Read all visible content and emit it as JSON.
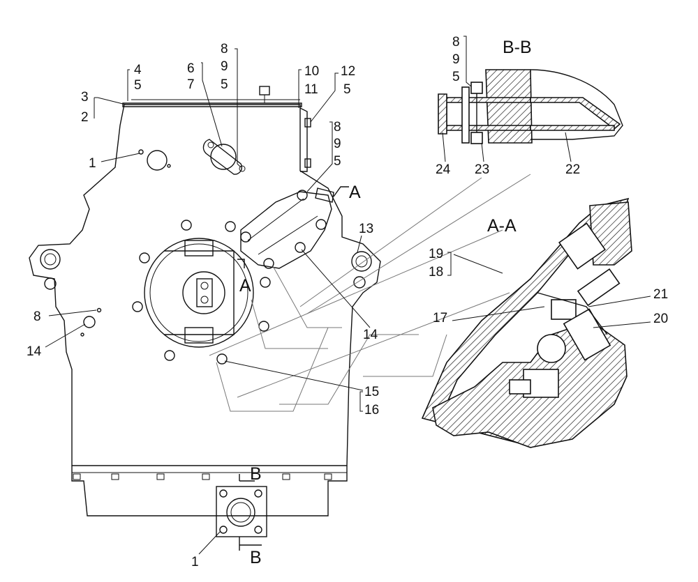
{
  "section_labels": {
    "bb": "B-B",
    "aa": "A-A",
    "a_top": "A",
    "a_mid": "A",
    "b_top": "B",
    "b_bottom": "B"
  },
  "callouts": {
    "c_4": "4",
    "c_5a": "5",
    "c_3": "3",
    "c_2": "2",
    "c_6": "6",
    "c_7": "7",
    "c_8a": "8",
    "c_9a": "9",
    "c_5b": "5",
    "c_10": "10",
    "c_11": "11",
    "c_12": "12",
    "c_5c": "5",
    "c_8b": "8",
    "c_9b": "9",
    "c_5d": "5",
    "c_1a": "1",
    "c_13": "13",
    "c_14a": "14",
    "c_8c": "8",
    "c_14b": "14",
    "c_15": "15",
    "c_16": "16",
    "c_1b": "1",
    "c_8d": "8",
    "c_9d": "9",
    "c_5e": "5",
    "c_24": "24",
    "c_23": "23",
    "c_22": "22",
    "c_19": "19",
    "c_18": "18",
    "c_17": "17",
    "c_21": "21",
    "c_20": "20"
  }
}
